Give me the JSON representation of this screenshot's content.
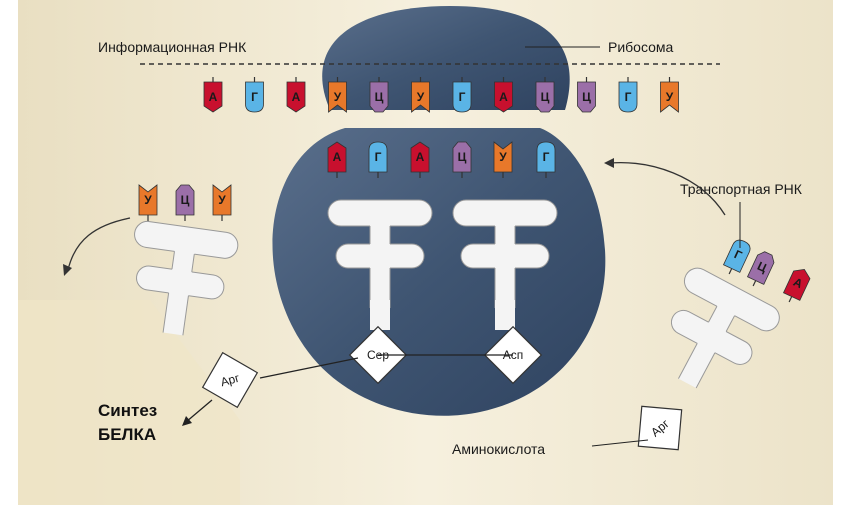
{
  "labels": {
    "mrna": "Информационная РНК",
    "ribosome": "Рибосома",
    "trna": "Транспортная РНК",
    "amino_acid": "Аминокислота",
    "synthesis_line1": "Синтез",
    "synthesis_line2": "БЕЛКА"
  },
  "colors": {
    "A": "#c8102e",
    "Г": "#5ab4e6",
    "У": "#e8782a",
    "Ц": "#9b6fa8",
    "ribosome": "#3f5572",
    "background": "#f3ecd8",
    "trna_body": "#f4f4f4"
  },
  "mrna_codons": [
    "А",
    "Г",
    "А",
    "У",
    "Ц",
    "У",
    "Г",
    "А",
    "Ц",
    "Ц",
    "Г",
    "У"
  ],
  "trna_in_ribosome_left": {
    "anticodon": [
      "А",
      "Г",
      "А"
    ],
    "amino_acid": "Сер"
  },
  "trna_in_ribosome_right": {
    "anticodon": [
      "Ц",
      "У",
      "Г"
    ],
    "amino_acid": "Асп"
  },
  "trna_leaving": {
    "anticodon": [
      "У",
      "Ц",
      "У"
    ],
    "amino_acid": "Арг"
  },
  "trna_incoming": {
    "anticodon": [
      "Г",
      "Ц",
      "А"
    ],
    "amino_acid": "Арг"
  }
}
